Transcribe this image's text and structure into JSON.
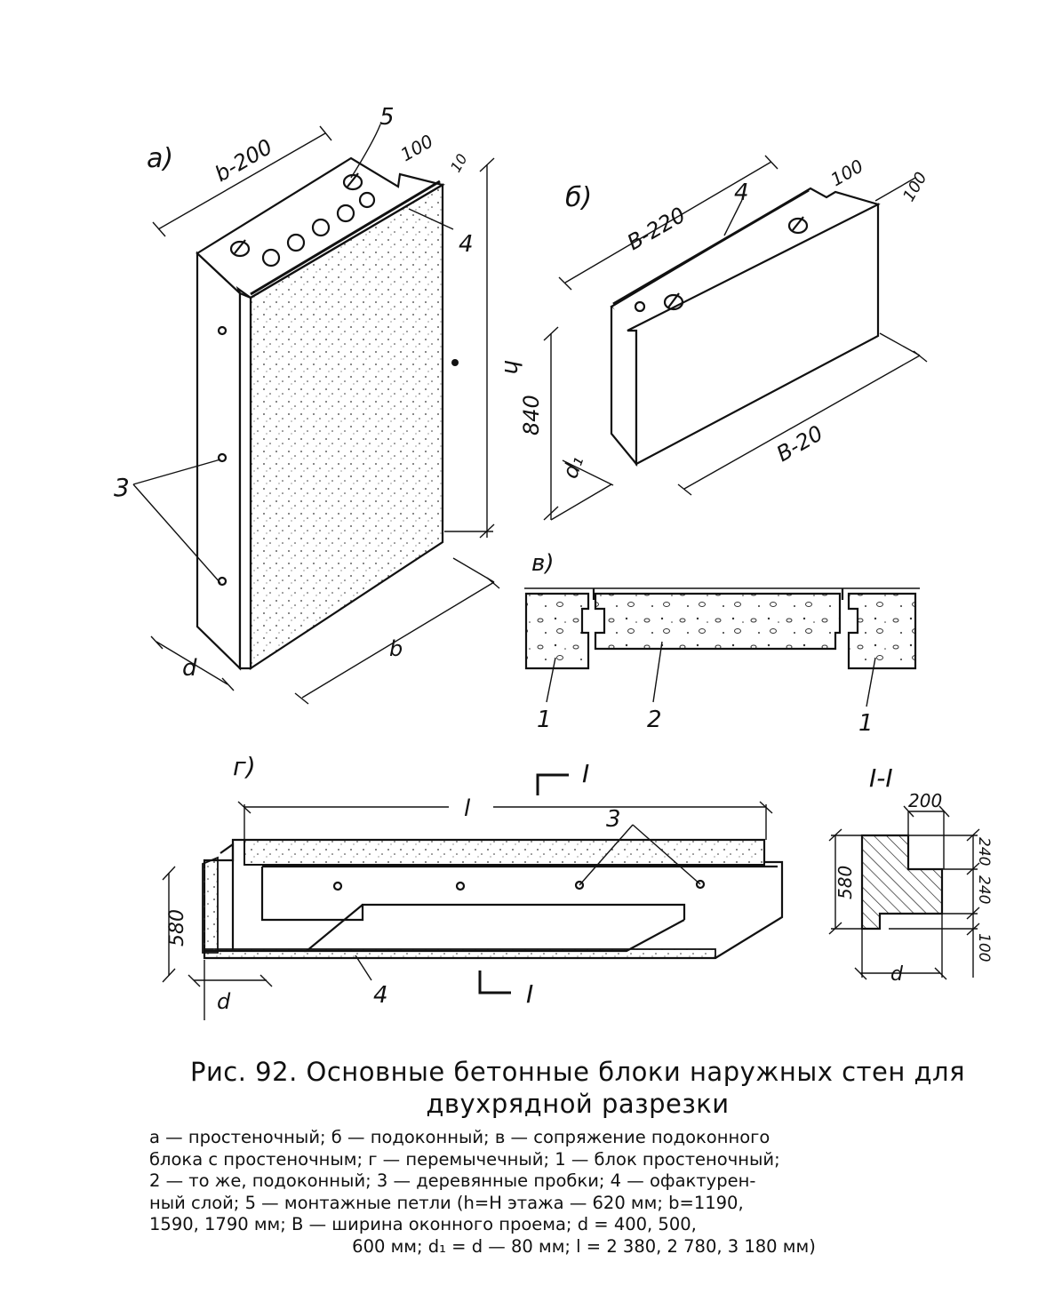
{
  "figure": {
    "labels": {
      "a": "а)",
      "b": "б)",
      "v": "в)",
      "g": "г)",
      "section": "I-I",
      "cut": "I"
    },
    "block_a": {
      "dim_b200": "b-200",
      "dim_100": "100",
      "dim_10": "10",
      "dim_h": "h",
      "dim_b": "b",
      "dim_d": "d",
      "callout_5": "5",
      "callout_4": "4",
      "callout_3": "3"
    },
    "block_b": {
      "dim_B220": "B-220",
      "dim_100a": "100",
      "dim_100b": "100",
      "dim_840": "840",
      "dim_d1": "d₁",
      "dim_B20": "B-20",
      "callout_4": "4"
    },
    "joint_v": {
      "callout_1_left": "1",
      "callout_2": "2",
      "callout_1_right": "1"
    },
    "block_g": {
      "dim_l": "l",
      "dim_580": "580",
      "dim_d": "d",
      "callout_3": "3",
      "callout_4": "4"
    },
    "section": {
      "dim_200": "200",
      "dim_240a": "240",
      "dim_240b": "240",
      "dim_100": "100",
      "dim_580": "580",
      "dim_d": "d"
    }
  },
  "caption": {
    "title_line1": "Рис. 92. Основные бетонные блоки наружных стен для",
    "title_line2": "двухрядной разрезки",
    "lines": [
      "а — простеночный; б — подоконный; в — сопряжение подоконного",
      "блока с простеночным; г — перемычечный; 1 — блок простеночный;",
      "2 — то же, подоконный; 3 — деревянные пробки; 4 — офактурен-",
      "ный слой; 5 — монтажные петли (h=H этажа — 620 мм; b=1190,",
      "1590, 1790 мм; В — ширина оконного проема; d = 400, 500,",
      "600 мм; d₁ = d — 80 мм; l = 2 380, 2 780, 3 180 мм)"
    ]
  }
}
